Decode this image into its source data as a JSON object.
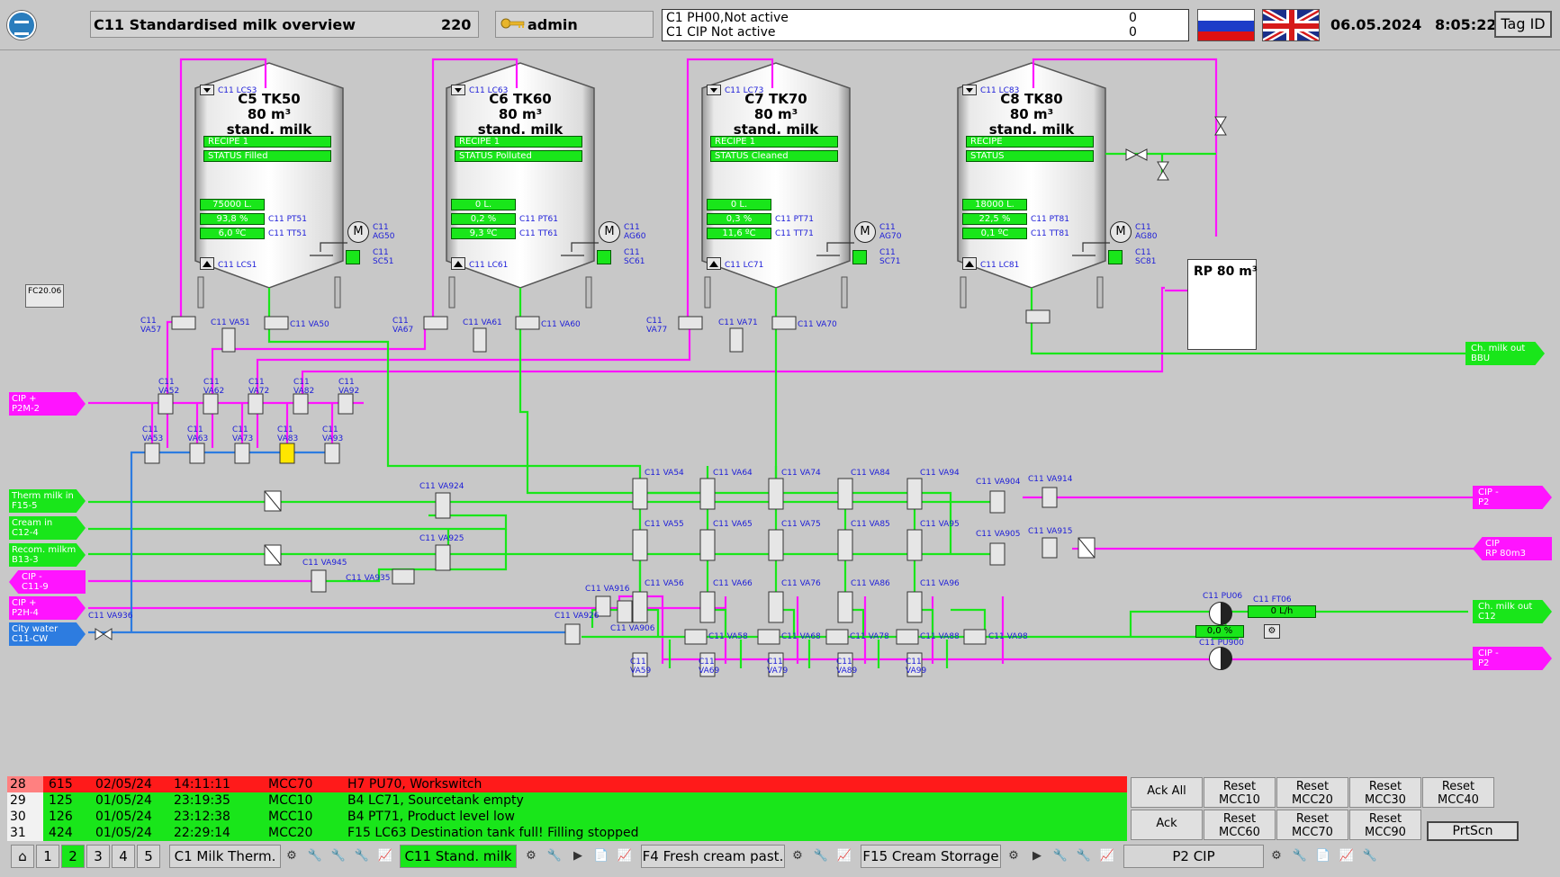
{
  "header": {
    "screen_title": "C11 Standardised milk overview",
    "screen_number": "220",
    "user": "admin",
    "messages": [
      {
        "text": "C1 PH00,Not active",
        "value": "0"
      },
      {
        "text": "C1 CIP Not active",
        "value": "0"
      }
    ],
    "date": "06.05.2024",
    "time": "8:05:22",
    "tag_id_label": "Tag ID",
    "logo_icon": "company-logo-icon",
    "flags": [
      "russian-flag-icon",
      "uk-flag-icon"
    ]
  },
  "tanks": [
    {
      "name": "C5 TK50",
      "volume": "80 m³",
      "product": "stand. milk",
      "recipe": "RECIPE 1",
      "status": "STATUS Filled",
      "level": "75000 L.",
      "percent": "93,8 %",
      "temp": "6,0 ºC",
      "lc_top": "C11 LCS3",
      "pt": "C11 PT51",
      "tt": "C11 TT51",
      "ag": "C11 AG50",
      "sc": "C11 SC51",
      "lc_bottom": "C11 LCS1"
    },
    {
      "name": "C6 TK60",
      "volume": "80 m³",
      "product": "stand. milk",
      "recipe": "RECIPE 1",
      "status": "STATUS Polluted",
      "level": "0 L.",
      "percent": "0,2 %",
      "temp": "9,3 ºC",
      "lc_top": "C11 LC63",
      "pt": "C11 PT61",
      "tt": "C11 TT61",
      "ag": "C11 AG60",
      "sc": "C11 SC61",
      "lc_bottom": "C11 LC61"
    },
    {
      "name": "C7 TK70",
      "volume": "80 m³",
      "product": "stand. milk",
      "recipe": "RECIPE 1",
      "status": "STATUS Cleaned",
      "level": "0 L.",
      "percent": "0,3 %",
      "temp": "11,6 ºC",
      "lc_top": "C11 LC73",
      "pt": "C11 PT71",
      "tt": "C11 TT71",
      "ag": "C11 AG70",
      "sc": "C11 SC71",
      "lc_bottom": "C11 LC71"
    },
    {
      "name": "C8 TK80",
      "volume": "80 m³",
      "product": "stand. milk",
      "recipe": "RECIPE",
      "status": "STATUS",
      "level": "18000 L.",
      "percent": "22,5 %",
      "temp": "0,1 ºC",
      "lc_top": "C11 LC83",
      "pt": "C11 PT81",
      "tt": "C11 TT81",
      "ag": "C11 AG80",
      "sc": "C11 SC81",
      "lc_bottom": "C11 LC81"
    }
  ],
  "motor_label": "M",
  "rp_tank": "RP 80 m³",
  "fc_label": "FC20.06",
  "valves": {
    "va57": "C11 VA57",
    "va51": "C11 VA51",
    "va50": "C11 VA50",
    "va67": "C11 VA67",
    "va61": "C11 VA61",
    "va60": "C11 VA60",
    "va77": "C11 VA77",
    "va71": "C11 VA71",
    "va70": "C11 VA70",
    "va52": "C11 VA52",
    "va62": "C11 VA62",
    "va72": "C11 VA72",
    "va82": "C11 VA82",
    "va92": "C11 VA92",
    "va53": "C11 VA53",
    "va63": "C11 VA63",
    "va73": "C11 VA73",
    "va83": "C11 VA83",
    "va93": "C11 VA93",
    "va924": "C11 VA924",
    "va925": "C11 VA925",
    "va945": "C11 VA945",
    "va935": "C11 VA935",
    "va54": "C11 VA54",
    "va64": "C11 VA64",
    "va74": "C11 VA74",
    "va84": "C11 VA84",
    "va94": "C11 VA94",
    "va904": "C11 VA904",
    "va914": "C11 VA914",
    "va55": "C11 VA55",
    "va65": "C11 VA65",
    "va75": "C11 VA75",
    "va85": "C11 VA85",
    "va95": "C11 VA95",
    "va905": "C11 VA905",
    "va915": "C11 VA915",
    "va916": "C11 VA916",
    "va906": "C11 VA906",
    "va926": "C11 VA926",
    "va936": "C11 VA936",
    "va56": "C11 VA56",
    "va66": "C11 VA66",
    "va76": "C11 VA76",
    "va86": "C11 VA86",
    "va96": "C11 VA96",
    "va58": "C11 VA58",
    "va68": "C11 VA68",
    "va78": "C11 VA78",
    "va88": "C11 VA88",
    "va98": "C11 VA98",
    "va59": "C11 VA59",
    "va69": "C11 VA69",
    "va79": "C11 VA79",
    "va89": "C11 VA89",
    "va99": "C11 VA99",
    "pu06": "C11 PU06",
    "ft06": "C11 FT06",
    "pu900": "C11 PU900"
  },
  "flow_value": "0 L/h",
  "pump_percent": "0,0 %",
  "connections": {
    "cip_p2m2": [
      "CIP +",
      "P2M-2"
    ],
    "therm_milk": [
      "Therm milk in",
      "F15-5"
    ],
    "cream_in": [
      "Cream in",
      "C12-4"
    ],
    "recom_milk": [
      "Recom. milkm",
      "B13-3"
    ],
    "cip_c119": [
      "CIP -",
      "C11-9"
    ],
    "cip_p2h4": [
      "CIP +",
      "P2H-4"
    ],
    "city_water": [
      "City water",
      "C11-CW"
    ],
    "milk_out_bbu": [
      "Ch. milk out",
      "BBU"
    ],
    "cip_p2_top": [
      "CIP -",
      "P2"
    ],
    "cip_rp80": [
      "CIP",
      "RP 80m3"
    ],
    "milk_out_c12": [
      "Ch. milk out",
      "C12"
    ],
    "cip_p2_bottom": [
      "CIP -",
      "P2"
    ]
  },
  "alarms": [
    {
      "idx": "28",
      "code": "615",
      "date": "02/05/24",
      "time": "14:11:11",
      "source": "MCC70",
      "text": "H7 PU70, Workswitch",
      "color": "#ff1a1a"
    },
    {
      "idx": "29",
      "code": "125",
      "date": "01/05/24",
      "time": "23:19:35",
      "source": "MCC10",
      "text": "B4 LC71, Sourcetank empty",
      "color": "#19e61a"
    },
    {
      "idx": "30",
      "code": "126",
      "date": "01/05/24",
      "time": "23:12:38",
      "source": "MCC10",
      "text": "B4 PT71, Product level low",
      "color": "#19e61a"
    },
    {
      "idx": "31",
      "code": "424",
      "date": "01/05/24",
      "time": "22:29:14",
      "source": "MCC20",
      "text": "F15 LC63 Destination tank full! Filling stopped",
      "color": "#19e61a"
    }
  ],
  "alarm_buttons": {
    "ack_all": "Ack All",
    "ack": "Ack",
    "reset_mcc10": [
      "Reset",
      "MCC10"
    ],
    "reset_mcc20": [
      "Reset",
      "MCC20"
    ],
    "reset_mcc30": [
      "Reset",
      "MCC30"
    ],
    "reset_mcc40": [
      "Reset",
      "MCC40"
    ],
    "reset_mcc60": [
      "Reset",
      "MCC60"
    ],
    "reset_mcc70": [
      "Reset",
      "MCC70"
    ],
    "reset_mcc90": [
      "Reset",
      "MCC90"
    ],
    "prtscn": "PrtScn"
  },
  "nav": {
    "pages": [
      "1",
      "2",
      "3",
      "4",
      "5"
    ],
    "active_page": "2",
    "screens": [
      "C1 Milk Therm.",
      "C11 Stand. milk",
      "F4 Fresh cream past.",
      "F15 Cream Storrage",
      "P2 CIP"
    ],
    "active_screen": "C11 Stand. milk"
  },
  "colors": {
    "background": "#c8c8c8",
    "green": "#19e61a",
    "magenta": "#ff14ff",
    "blue": "#2d7ce0",
    "alarm_red": "#ff1a1a"
  }
}
